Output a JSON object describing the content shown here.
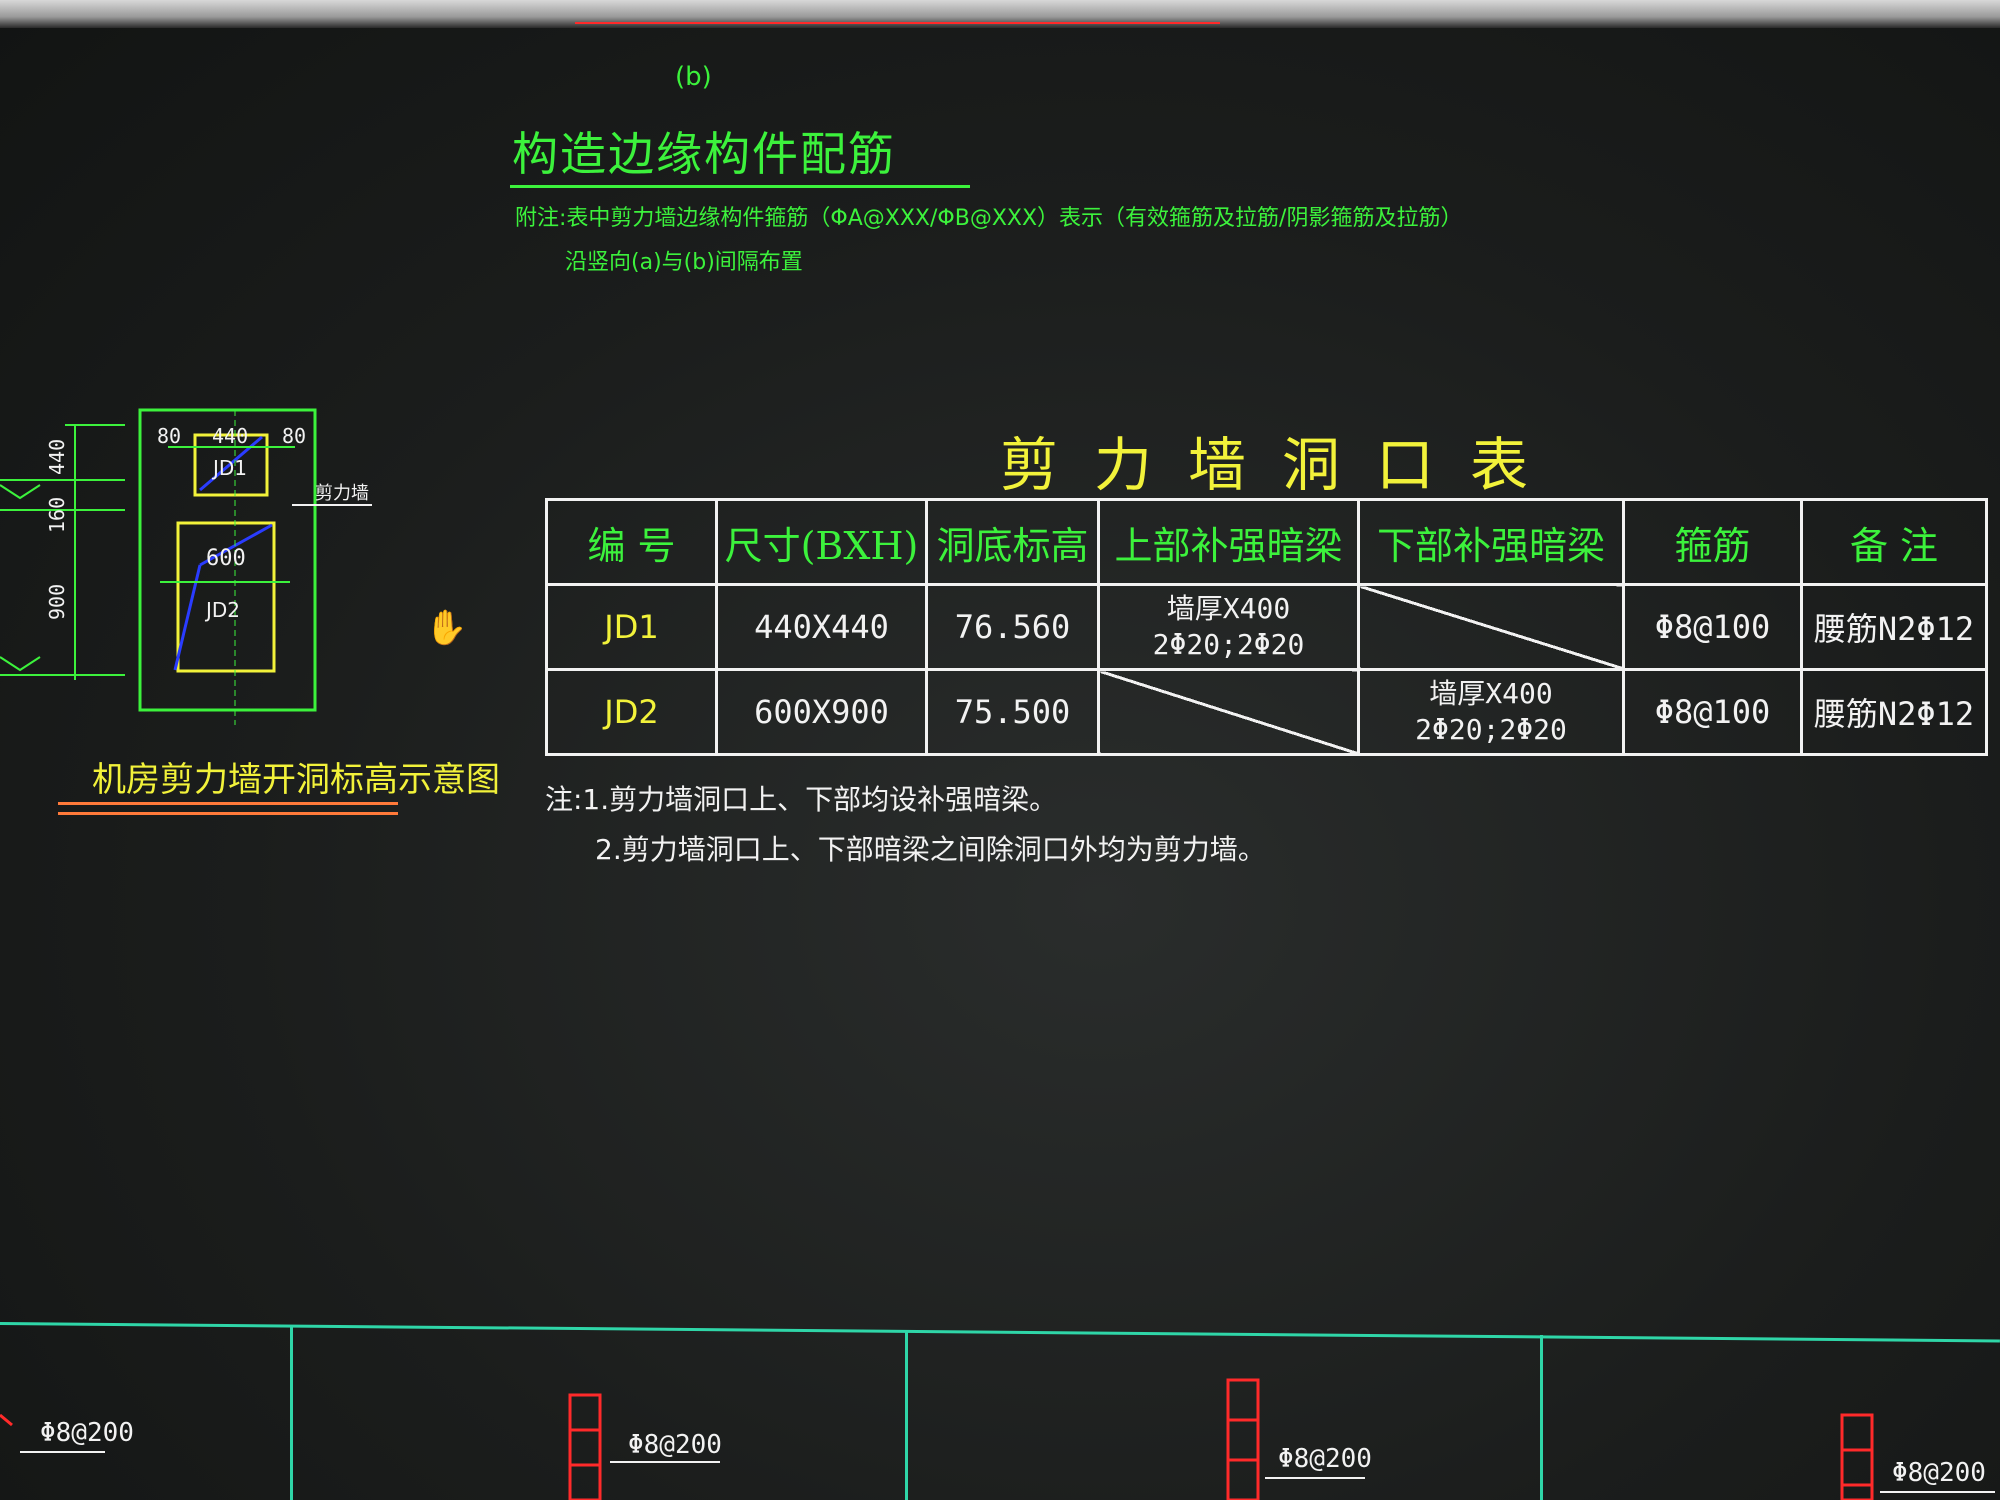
{
  "drawing": {
    "b_label": "(b)",
    "detail_title": "构造边缘构件配筋",
    "detail_note_line1": "附注:表中剪力墙边缘构件箍筋（ΦA@XXX/ΦB@XXX）表示（有效箍筋及拉筋/阴影箍筋及拉筋）",
    "detail_note_line2": "沿竖向(a)与(b)间隔布置"
  },
  "diagram": {
    "title": "机房剪力墙开洞标高示意图",
    "dim_top": "80",
    "dim_mid": "440",
    "dim_right": "80",
    "dim_left_440": "440",
    "dim_left_160": "160",
    "dim_left_900": "900",
    "jd1": "JD1",
    "jd2": "JD2",
    "dim_600": "600",
    "wall_label": "剪力墙"
  },
  "table": {
    "title": "剪力墙洞口表",
    "headers": [
      "编 号",
      "尺寸(BXH)",
      "洞底标高",
      "上部补强暗梁",
      "下部补强暗梁",
      "箍筋",
      "备 注"
    ],
    "rows": [
      {
        "id": "JD1",
        "size": "440X440",
        "elevation": "76.560",
        "top_beam_line1": "墙厚X400",
        "top_beam_line2": "2Φ20;2Φ20",
        "bottom_beam_line1": "",
        "bottom_beam_line2": "",
        "stirrup": "Φ8@100",
        "remark": "腰筋N2Φ12"
      },
      {
        "id": "JD2",
        "size": "600X900",
        "elevation": "75.500",
        "top_beam_line1": "",
        "top_beam_line2": "",
        "bottom_beam_line1": "墙厚X400",
        "bottom_beam_line2": "2Φ20;2Φ20",
        "stirrup": "Φ8@100",
        "remark": "腰筋N2Φ12"
      }
    ],
    "note_1": "注:1.剪力墙洞口上、下部均设补强暗梁。",
    "note_2": "2.剪力墙洞口上、下部暗梁之间除洞口外均为剪力墙。"
  },
  "bottom_details": [
    "Φ8@200",
    "Φ8@200",
    "Φ8@200",
    "Φ8@200"
  ],
  "colors": {
    "background": "#1b1d1c",
    "cad_green": "#3cf23c",
    "cad_yellow": "#f2f23a",
    "cad_white": "#f2f2f2",
    "cad_red": "#ff2a2a",
    "cad_blue": "#2a3cff",
    "cad_cyan": "#2fd6a8"
  },
  "icons": {
    "cursor": "pan-hand-icon"
  }
}
